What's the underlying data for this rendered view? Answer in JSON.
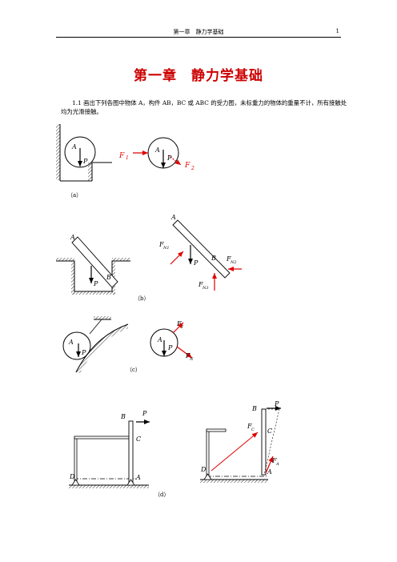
{
  "header": {
    "title": "第一章　静力学基础",
    "page_number": "1"
  },
  "chapter_title": "第一章　静力学基础",
  "problem": {
    "text": "1.1  画出下列各图中物体 A，构件 AB，BC 或 ABC 的受力图，未标重力的物体的重量不计，所有接触处均为光滑接触。"
  },
  "figure_labels": {
    "a": "（a）",
    "b": "（b）",
    "c": "（c）",
    "d": "（d）"
  },
  "symbols": {
    "A": "A",
    "B": "B",
    "C": "C",
    "D": "D",
    "P": "P",
    "F1": "F",
    "F1_sub": "1",
    "F2": "F",
    "F2_sub": "2",
    "FN1": "F",
    "FN1_sub": "N1",
    "FN2": "F",
    "FN2_sub": "N2",
    "FN3": "F",
    "FN3_sub": "N3",
    "FT": "F",
    "FT_sub": "T",
    "FN": "F",
    "FN_sub": "N",
    "FC": "F",
    "FC_sub": "C",
    "FA": "F",
    "FA_sub": "A"
  },
  "colors": {
    "force_red": "#e00000",
    "chapter_red": "#cc0000"
  }
}
